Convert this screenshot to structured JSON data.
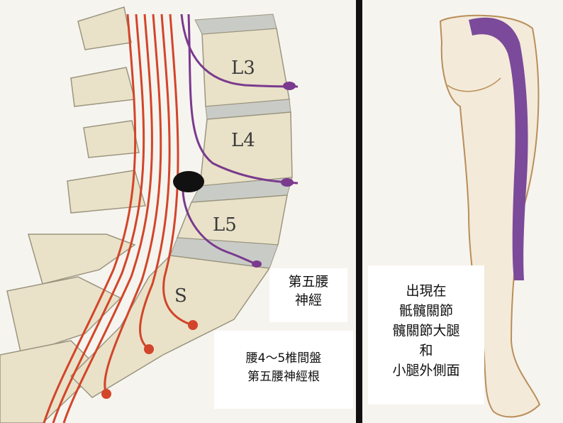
{
  "left": {
    "vertebrae": [
      {
        "id": "L3",
        "label": "L3"
      },
      {
        "id": "L4",
        "label": "L4"
      },
      {
        "id": "L5",
        "label": "L5"
      },
      {
        "id": "S",
        "label": "S"
      }
    ],
    "nerve_caption": [
      "第五腰",
      "神經"
    ],
    "disc_caption": [
      "腰4～5椎間盤",
      "第五腰神經根"
    ]
  },
  "right": {
    "region_caption": [
      "出現在",
      "骶髖關節",
      "髖關節大腿",
      "和",
      "小腿外側面"
    ]
  },
  "colors": {
    "bone": "#e9e2c8",
    "bone_outline": "#9b9580",
    "disc": "#c9ccc6",
    "nerve_red": "#d2452a",
    "nerve_purple": "#7a3a8e",
    "herniation": "#111111",
    "pain_region": "#7b4a9a",
    "skin_outline": "#b98e5a"
  }
}
